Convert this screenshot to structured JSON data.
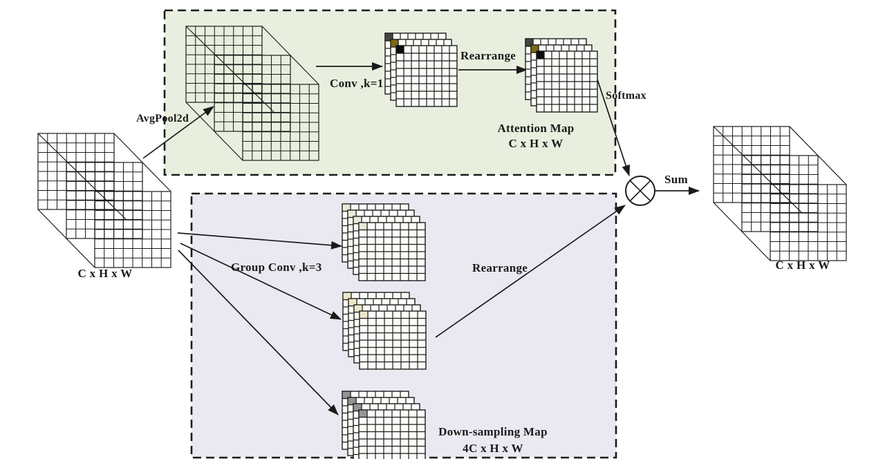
{
  "figure": {
    "input": {
      "dims": "C x H x W"
    },
    "output": {
      "dims": "C x H x W"
    },
    "operations": {
      "avgpool": "AvgPool2d",
      "conv": "Conv ,k=1",
      "rearrange_top": "Rearrange",
      "softmax": "Softmax",
      "group_conv": "Group Conv ,k=3",
      "rearrange_bottom": "Rearrange",
      "sum": "Sum"
    },
    "attention_branch": {
      "title": "Attention Map",
      "dims": "C x H x W"
    },
    "downsampling_branch": {
      "title": "Down-sampling Map",
      "dims": "4C x H x W"
    }
  },
  "colors": {
    "attention_box_fill": "#e9efde",
    "downsampling_box_fill": "#eae8f0",
    "line": "#1a1a1a",
    "attention_corner_cells": [
      "#46453d",
      "#7d6a16",
      "#0c0c0c"
    ],
    "group_stack_corners": [
      "#e6ead6",
      "#ece7c6",
      "#949494"
    ],
    "cell_fill": "#fcfcf9"
  }
}
